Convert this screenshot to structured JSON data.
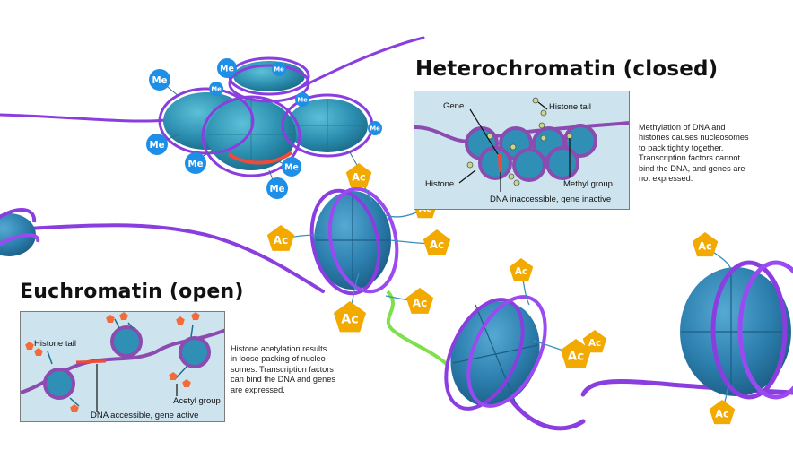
{
  "heterochromatin": {
    "title": "Heterochromatin (closed)",
    "description": "Methylation of DNA and\nhistones causes nucleosomes\nto pack tightly together.\nTranscription factors cannot\nbind the DNA, and genes are\nnot expressed.",
    "inset_labels": {
      "gene": "Gene",
      "histone_tail": "Histone tail",
      "histone": "Histone",
      "methyl_group": "Methyl group",
      "dna_state": "DNA inaccessible, gene inactive"
    }
  },
  "euchromatin": {
    "title": "Euchromatin (open)",
    "description": "Histone acetylation results\nin loose packing of nucleo-\nsomes. Transcription factors\ncan bind the DNA and genes\nare expressed.",
    "inset_labels": {
      "histone_tail": "Histone tail",
      "acetyl_group": "Acetyl group",
      "dna_state": "DNA accessible, gene active"
    }
  },
  "markers": {
    "methyl_label": "Me",
    "acetyl_label": "Ac"
  },
  "colors": {
    "histone": "#2f8fb4",
    "dna": "#8b3ee0",
    "gene_closed": "#f04a3a",
    "gene_open": "#7ee04a",
    "methyl_badge": "#1e8fe6",
    "acetyl_badge": "#f2a900",
    "inset_bg": "#cde3ee"
  }
}
